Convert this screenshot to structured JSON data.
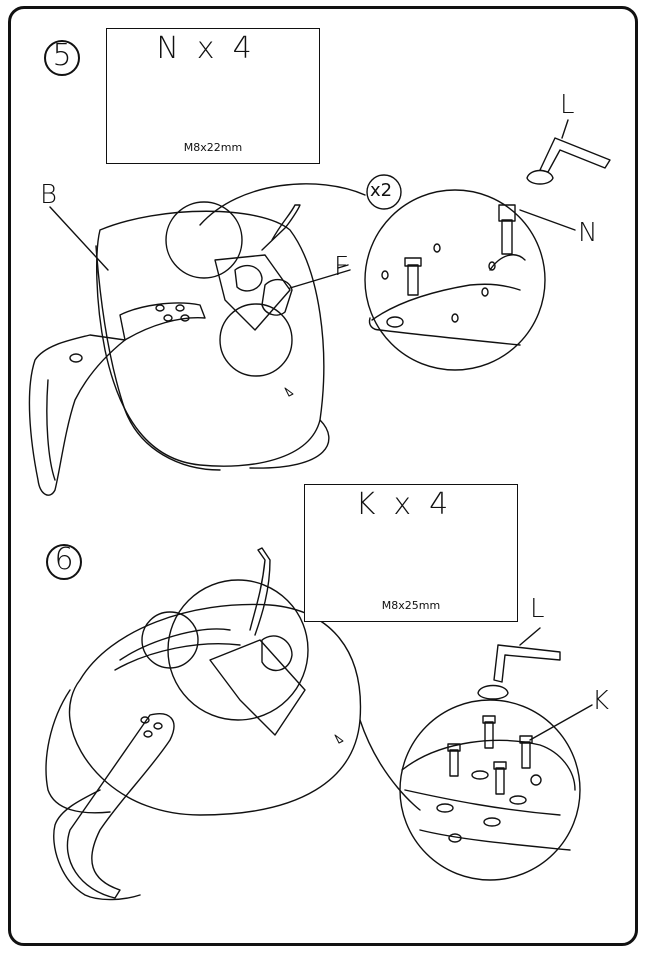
{
  "steps": [
    {
      "number": "5",
      "part": {
        "letter": "N",
        "x": "x",
        "qty": "4",
        "size": "M8x22mm"
      },
      "labels": {
        "seat": "B",
        "mechanism": "F",
        "wrench": "L",
        "bolt": "N",
        "multiplier": "x2"
      }
    },
    {
      "number": "6",
      "part": {
        "letter": "K",
        "x": "x",
        "qty": "4",
        "size": "M8x25mm"
      },
      "labels": {
        "wrench": "L",
        "bolt": "K"
      }
    }
  ],
  "colors": {
    "line": "#111111",
    "background": "#ffffff"
  }
}
